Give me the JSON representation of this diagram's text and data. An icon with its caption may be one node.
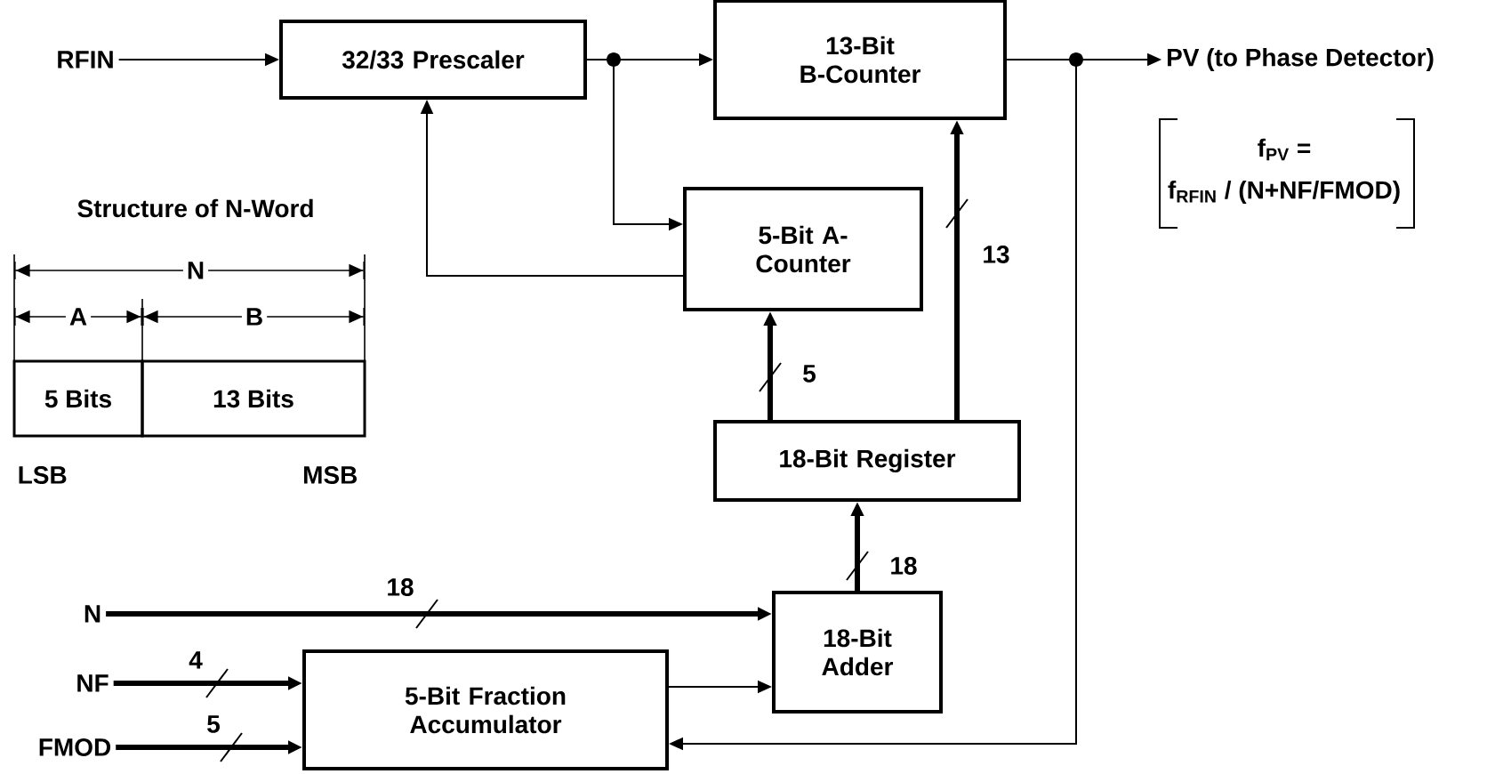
{
  "diagram": {
    "nodes": [
      {
        "text": [
          "RFIN"
        ]
      },
      {
        "text": [
          "32/33 Prescaler"
        ]
      },
      {
        "text": [
          "13-Bit B-Counter"
        ]
      },
      {
        "text": [
          "PV (to Phase Detector)"
        ]
      },
      {
        "text": [
          "5-Bit A-Counter"
        ]
      },
      {
        "text": [
          "18-Bit Register"
        ]
      },
      {
        "text": [
          "18-Bit Adder"
        ]
      },
      {
        "text": [
          "N"
        ]
      },
      {
        "text": [
          "NF"
        ]
      },
      {
        "text": [
          "FMOD"
        ]
      },
      {
        "text": [
          "5-Bit Fraction Accumulator"
        ]
      }
    ],
    "edges": [
      {
        "from": 0,
        "to": 1,
        "arrow": "to"
      },
      {
        "from": 1,
        "to": 2,
        "arrow": "to"
      },
      {
        "from": 1,
        "to": 4,
        "arrow": "to"
      },
      {
        "from": 4,
        "to": 1,
        "arrow": "to"
      },
      {
        "from": 2,
        "to": 3,
        "arrow": "to"
      },
      {
        "from": 2,
        "to": 10,
        "arrow": "to"
      },
      {
        "from": 5,
        "to": 4,
        "arrow": "to",
        "label": "5",
        "style": "thick"
      },
      {
        "from": 5,
        "to": 2,
        "arrow": "to",
        "label": "13",
        "style": "thick"
      },
      {
        "from": 6,
        "to": 5,
        "arrow": "to",
        "label": "18",
        "style": "thick"
      },
      {
        "from": 7,
        "to": 6,
        "arrow": "to",
        "label": "18",
        "style": "thick"
      },
      {
        "from": 8,
        "to": 10,
        "arrow": "to",
        "label": "4",
        "style": "thick"
      },
      {
        "from": 9,
        "to": 10,
        "arrow": "to",
        "label": "5",
        "style": "thick"
      },
      {
        "from": 10,
        "to": 6,
        "arrow": "to"
      }
    ],
    "labels": [
      "Structure of N-Word",
      "N",
      "A",
      "B",
      "5 Bits",
      "13 Bits",
      "LSB",
      "MSB",
      "f$_{PV}$ =",
      "f$_{RFIN}$ / (N+NF/FMOD)"
    ]
  }
}
